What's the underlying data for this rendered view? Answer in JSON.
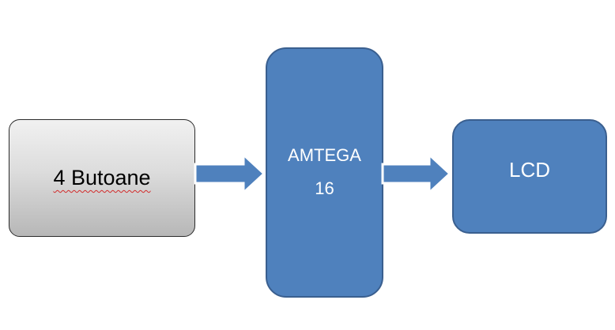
{
  "diagram": {
    "blocks": {
      "input": {
        "label": "4 Butoane"
      },
      "mcu": {
        "line1": "AMTEGA",
        "line2": "16"
      },
      "output": {
        "label": "LCD"
      }
    },
    "colors": {
      "block_fill": "#4f81bd",
      "block_border": "#3a5f8f",
      "input_fill_top": "#f1f1f1",
      "input_fill_bottom": "#b7b7b7",
      "arrow_fill": "#4f81bd",
      "text_on_blue": "#ffffff",
      "spellcheck_underline": "#d22a2a"
    }
  }
}
